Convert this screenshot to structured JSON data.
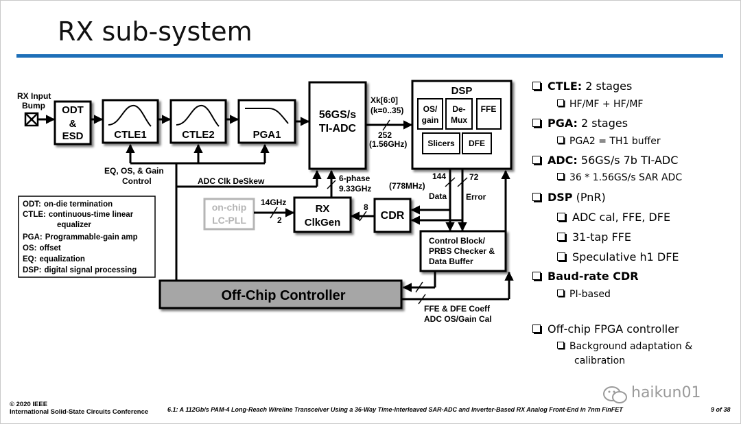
{
  "slide": {
    "title": "RX sub-system",
    "accent_color": "#1d6fb8",
    "footer_left_1": "© 2020 IEEE",
    "footer_left_2": "International Solid-State Circuits Conference",
    "footer_center": "6.1: A 112Gb/s PAM-4 Long-Reach Wireline Transceiver Using a 36-Way Time-Interleaved SAR-ADC and Inverter-Based RX Analog Front-End in 7nm FinFET",
    "page": "9 of 38",
    "watermark": "haikun01"
  },
  "diagram": {
    "rx_input_1": "RX Input",
    "rx_input_2": "Bump",
    "odt_1": "ODT",
    "odt_2": "&",
    "odt_3": "ESD",
    "ctle1": "CTLE1",
    "ctle2": "CTLE2",
    "pga1": "PGA1",
    "adc_1": "56GS/s",
    "adc_2": "TI-ADC",
    "xk_1": "Xk[6:0]",
    "xk_2": "(k=0..35)",
    "bus_252": "252",
    "bus_252_rate": "(1.56GHz)",
    "dsp": "DSP",
    "os_gain_1": "OS/",
    "os_gain_2": "gain",
    "demux_1": "De-",
    "demux_2": "Mux",
    "ffe": "FFE",
    "slicers": "Slicers",
    "dfe": "DFE",
    "eq_ctrl_1": "EQ, OS, & Gain",
    "eq_ctrl_2": "Control",
    "adc_clk": "ADC Clk DeSkew",
    "six_phase_1": "6-phase",
    "six_phase_2": "9.33GHz",
    "rate_778": "(778MHz)",
    "data_144": "144",
    "data_label": "Data",
    "error_72": "72",
    "error_label": "Error",
    "pll_1": "on-chip",
    "pll_2": "LC-PLL",
    "freq_14": "14GHz",
    "bus_2": "2",
    "clkgen_1": "RX",
    "clkgen_2": "ClkGen",
    "bus_8": "8",
    "cdr": "CDR",
    "ctrl_1": "Control Block/",
    "ctrl_2": "PRBS Checker &",
    "ctrl_3": "Data Buffer",
    "offchip": "Off-Chip Controller",
    "coeff_1": "FFE & DFE Coeff",
    "coeff_2": "ADC OS/Gain Cal",
    "legend": [
      {
        "abbr": "ODT:",
        "text": "on-die termination"
      },
      {
        "abbr": "CTLE:",
        "text": "continuous-time linear"
      },
      {
        "abbr": "",
        "text": "equalizer"
      },
      {
        "abbr": "PGA:",
        "text": "Programmable-gain amp"
      },
      {
        "abbr": "OS:",
        "text": "offset"
      },
      {
        "abbr": "EQ:",
        "text": "equalization"
      },
      {
        "abbr": "DSP:",
        "text": "digital signal processing"
      }
    ]
  },
  "bullets": [
    {
      "level": 1,
      "bold": "CTLE:",
      "text": " 2 stages"
    },
    {
      "level": 2,
      "bold": "",
      "text": "HF/MF + HF/MF"
    },
    {
      "level": 1,
      "bold": "PGA:",
      "text": " 2 stages"
    },
    {
      "level": 2,
      "bold": "",
      "text": "PGA2 = TH1 buffer"
    },
    {
      "level": 1,
      "bold": "ADC:",
      "text": " 56GS/s 7b TI-ADC"
    },
    {
      "level": 2,
      "bold": "",
      "text": "36 * 1.56GS/s SAR ADC"
    },
    {
      "level": 1,
      "bold": "DSP",
      "text": " (PnR)"
    },
    {
      "level": 2,
      "bold": "",
      "text": "ADC cal, FFE, DFE"
    },
    {
      "level": 2,
      "bold": "",
      "text": "31-tap FFE"
    },
    {
      "level": 2,
      "bold": "",
      "text": "Speculative h1 DFE"
    },
    {
      "level": 1,
      "bold": "Baud-rate CDR",
      "text": ""
    },
    {
      "level": 2,
      "bold": "",
      "text": "PI-based"
    },
    {
      "level": 1,
      "bold": "",
      "text": "Off-chip FPGA controller"
    },
    {
      "level": 2,
      "bold": "",
      "text": "Background adaptation &"
    },
    {
      "level": 2,
      "bold": "",
      "text": "calibration"
    }
  ]
}
